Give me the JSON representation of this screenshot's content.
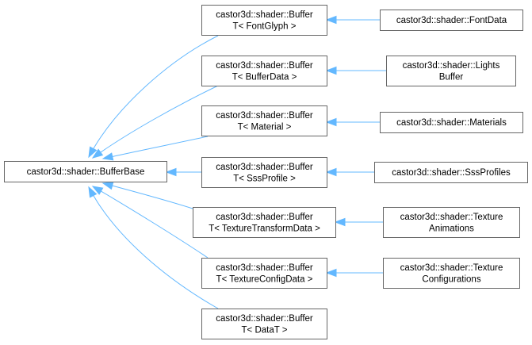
{
  "diagram": {
    "title": "",
    "nodes": {
      "base": {
        "lines": [
          "castor3d::shader::BufferBase"
        ]
      },
      "b_fontglyph": {
        "lines": [
          "castor3d::shader::Buffer",
          "T< FontGlyph >"
        ]
      },
      "b_bufferdata": {
        "lines": [
          "castor3d::shader::Buffer",
          "T< BufferData >"
        ]
      },
      "b_material": {
        "lines": [
          "castor3d::shader::Buffer",
          "T< Material >"
        ]
      },
      "b_sssprofile": {
        "lines": [
          "castor3d::shader::Buffer",
          "T< SssProfile >"
        ]
      },
      "b_texturetransform": {
        "lines": [
          "castor3d::shader::Buffer",
          "T< TextureTransformData >"
        ]
      },
      "b_textureconfig": {
        "lines": [
          "castor3d::shader::Buffer",
          "T< TextureConfigData >"
        ]
      },
      "b_datat": {
        "lines": [
          "castor3d::shader::Buffer",
          "T< DataT >"
        ]
      },
      "fontdata": {
        "lines": [
          "castor3d::shader::FontData"
        ]
      },
      "lightsbuffer": {
        "lines": [
          "castor3d::shader::Lights",
          "Buffer"
        ]
      },
      "materials": {
        "lines": [
          "castor3d::shader::Materials"
        ]
      },
      "sssprofiles": {
        "lines": [
          "castor3d::shader::SssProfiles"
        ]
      },
      "textureanimations": {
        "lines": [
          "castor3d::shader::Texture",
          "Animations"
        ]
      },
      "textureconfigurations": {
        "lines": [
          "castor3d::shader::Texture",
          "Configurations"
        ]
      }
    },
    "edges": [
      {
        "from": "b_fontglyph",
        "to": "base"
      },
      {
        "from": "b_bufferdata",
        "to": "base"
      },
      {
        "from": "b_material",
        "to": "base"
      },
      {
        "from": "b_sssprofile",
        "to": "base"
      },
      {
        "from": "b_texturetransform",
        "to": "base"
      },
      {
        "from": "b_textureconfig",
        "to": "base"
      },
      {
        "from": "b_datat",
        "to": "base"
      },
      {
        "from": "fontdata",
        "to": "b_fontglyph"
      },
      {
        "from": "lightsbuffer",
        "to": "b_bufferdata"
      },
      {
        "from": "materials",
        "to": "b_material"
      },
      {
        "from": "sssprofiles",
        "to": "b_sssprofile"
      },
      {
        "from": "textureanimations",
        "to": "b_texturetransform"
      },
      {
        "from": "textureconfigurations",
        "to": "b_textureconfig"
      }
    ],
    "colors": {
      "edge": "#63b8ff",
      "node_border": "#666666",
      "node_fill": "#ffffff",
      "text": "#000000"
    }
  }
}
